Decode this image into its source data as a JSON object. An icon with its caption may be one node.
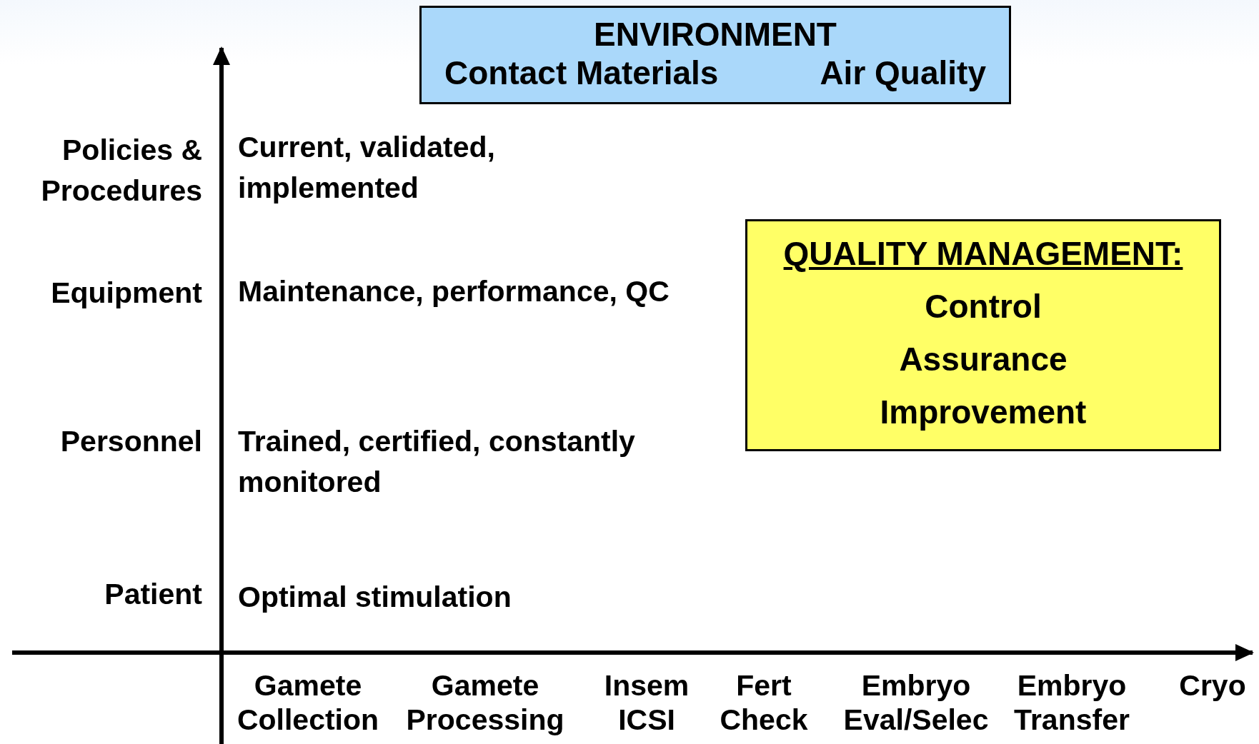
{
  "diagram": {
    "nodes": [
      {
        "text": [
          "ENVIRONMENT",
          "Contact Materials",
          "Air Quality"
        ]
      },
      {
        "text": [
          "QUALITY MANAGEMENT:",
          "Control",
          "Assurance",
          "Improvement"
        ]
      }
    ],
    "labels": [
      "Policies & Procedures",
      "Current, validated, implemented",
      "Equipment",
      "Maintenance, performance, QC",
      "Personnel",
      "Trained, certified, constantly monitored",
      "Patient",
      "Optimal stimulation",
      "Gamete Collection",
      "Gamete Processing",
      "Insem ICSI",
      "Fert Check",
      "Embryo Eval/Selec",
      "Embryo Transfer",
      "Cryo"
    ]
  }
}
